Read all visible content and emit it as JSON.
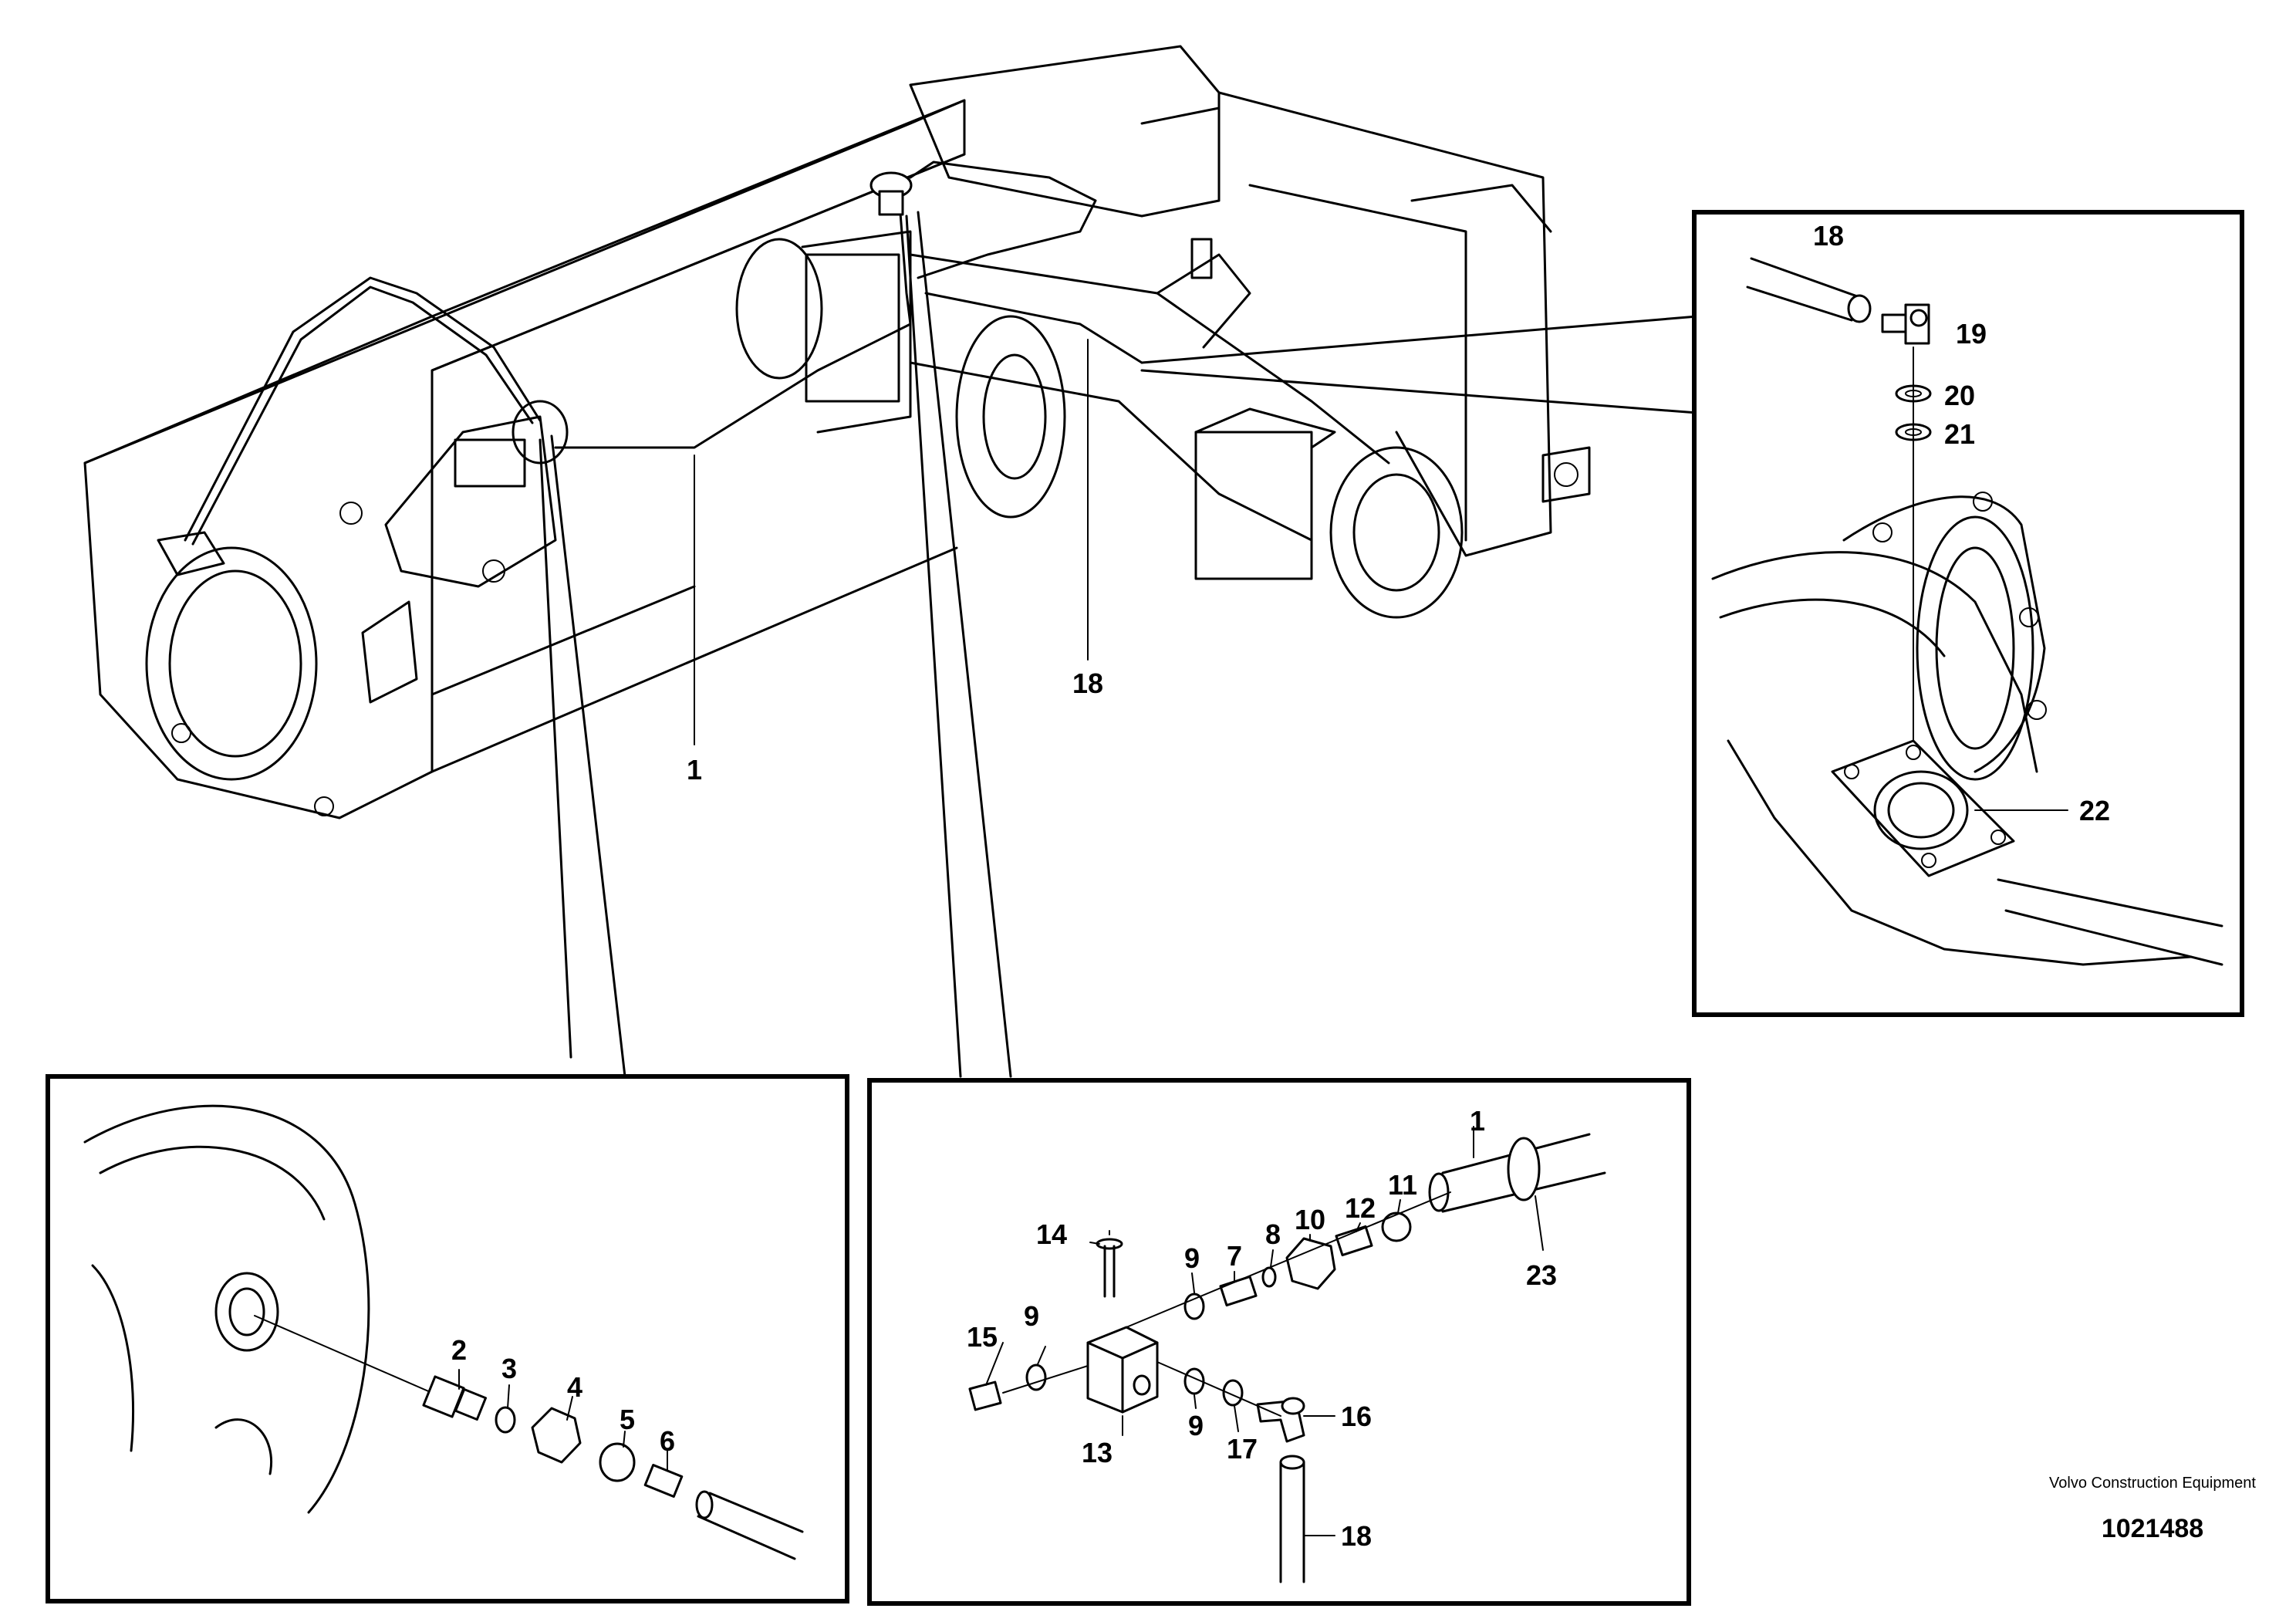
{
  "labels": {
    "l1_main": "1",
    "l18_main": "18",
    "r18": "18",
    "r19": "19",
    "r20": "20",
    "r21": "21",
    "r22": "22",
    "bl2": "2",
    "bl3": "3",
    "bl4": "4",
    "bl5": "5",
    "bl6": "6",
    "bm1": "1",
    "bm7": "7",
    "bm8": "8",
    "bm9a": "9",
    "bm9b": "9",
    "bm9c": "9",
    "bm10": "10",
    "bm11": "11",
    "bm12": "12",
    "bm13": "13",
    "bm14": "14",
    "bm15": "15",
    "bm16": "16",
    "bm17": "17",
    "bm18": "18",
    "bm23": "23"
  },
  "footer": {
    "brand": "Volvo Construction Equipment",
    "drawing_number": "1021488"
  }
}
